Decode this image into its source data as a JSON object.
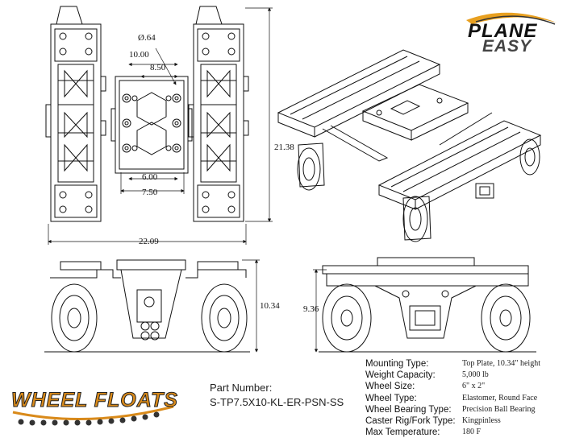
{
  "brand": {
    "plane": "PLANE",
    "easy": "EASY",
    "wheelfloats": "WHEEL FLOATS"
  },
  "dimensions": {
    "hole": "Ø.64",
    "d1000": "10.00",
    "d850": "8.50",
    "d600": "6.00",
    "d750": "7.50",
    "d2138": "21.38",
    "d2209": "22.09",
    "d1034": "10.34",
    "d936": "9.36"
  },
  "part": {
    "label": "Part Number:",
    "number": "S-TP7.5X10-KL-ER-PSN-SS"
  },
  "specs": [
    {
      "key": "Mounting Type:",
      "value": "Top Plate, 10.34\" height"
    },
    {
      "key": "Weight Capacity:",
      "value": "5,000 lb"
    },
    {
      "key": "Wheel Size:",
      "value": "6\" x 2\""
    },
    {
      "key": "Wheel Type:",
      "value": "Elastomer, Round Face"
    },
    {
      "key": "Wheel Bearing Type:",
      "value": "Precision Ball Bearing"
    },
    {
      "key": "Caster Rig/Fork Type:",
      "value": "Kingpinless"
    },
    {
      "key": "Max Temperature:",
      "value": "180 F"
    }
  ],
  "colors": {
    "logo_orange": "#d98a1a",
    "logo_dark": "#222222"
  }
}
